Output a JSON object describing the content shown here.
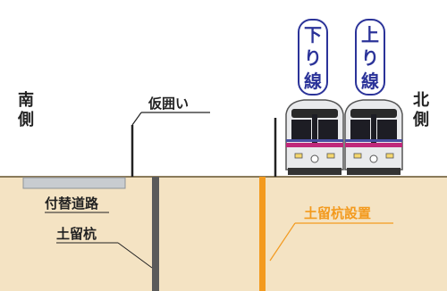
{
  "labels": {
    "south": [
      "南",
      "側"
    ],
    "north": [
      "北",
      "側"
    ],
    "temporary_fence": "仮囲い",
    "detour_road": "付替道路",
    "retaining_pile": "土留杭",
    "retaining_pile_install": "土留杭設置",
    "down_line": [
      "下",
      "り",
      "線"
    ],
    "up_line": [
      "上",
      "り",
      "線"
    ]
  },
  "colors": {
    "ground": "#f4e3c3",
    "pile_gray": "#5a5a5a",
    "pile_orange": "#f39a1e",
    "road_slab": "#c8ccd0",
    "line_badge": "#2b3399",
    "train_stripe": "#c0287a"
  }
}
